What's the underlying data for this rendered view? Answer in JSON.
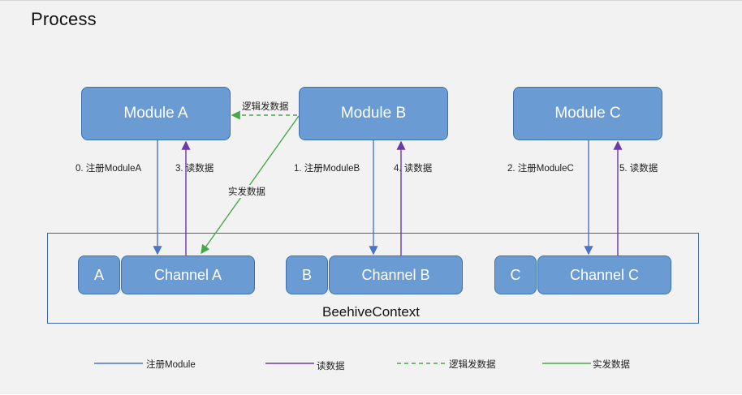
{
  "title": "Process",
  "modules": [
    {
      "id": "a",
      "label": "Module A"
    },
    {
      "id": "b",
      "label": "Module B"
    },
    {
      "id": "c",
      "label": "Module C"
    }
  ],
  "channels": [
    {
      "tag": "A",
      "label": "Channel A"
    },
    {
      "tag": "B",
      "label": "Channel B"
    },
    {
      "tag": "C",
      "label": "Channel C"
    }
  ],
  "context_label": "BeehiveContext",
  "edges": {
    "register_a": "0. 注册ModuleA",
    "read_a": "3. 读数据",
    "register_b": "1. 注册ModuleB",
    "read_b": "4. 读数据",
    "register_c": "2. 注册ModuleC",
    "read_c": "5. 读数据",
    "logical_send": "逻辑发数据",
    "actual_send": "实发数据"
  },
  "legend": [
    {
      "label": "注册Module",
      "color": "#4a74c6",
      "style": "solid"
    },
    {
      "label": "读数据",
      "color": "#6a3aa8",
      "style": "solid"
    },
    {
      "label": "逻辑发数据",
      "color": "#4aa84a",
      "style": "dashed"
    },
    {
      "label": "实发数据",
      "color": "#4aa84a",
      "style": "solid"
    }
  ]
}
